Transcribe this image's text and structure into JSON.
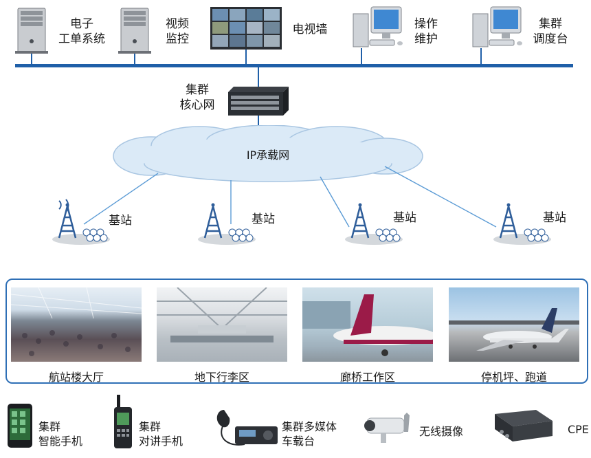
{
  "top_systems": [
    {
      "id": "ework",
      "label": "电子\n工单系统"
    },
    {
      "id": "video",
      "label": "视频\n监控"
    },
    {
      "id": "tvwall",
      "label": "电视墙"
    },
    {
      "id": "ops",
      "label": "操作\n维护"
    },
    {
      "id": "dispatch",
      "label": "集群\n调度台"
    }
  ],
  "core": {
    "label": "集群\n核心网"
  },
  "cloud": {
    "label": "IP承载网"
  },
  "base_stations": [
    {
      "label": "基站"
    },
    {
      "label": "基站"
    },
    {
      "label": "基站"
    },
    {
      "label": "基站"
    }
  ],
  "scenes": [
    {
      "label": "航站楼大厅"
    },
    {
      "label": "地下行李区"
    },
    {
      "label": "廊桥工作区"
    },
    {
      "label": "停机坪、跑道"
    }
  ],
  "terminals": [
    {
      "id": "phone",
      "label": "集群\n智能手机"
    },
    {
      "id": "walkie",
      "label": "集群\n对讲手机"
    },
    {
      "id": "vehicle",
      "label": "集群多媒体\n车载台"
    },
    {
      "id": "camera",
      "label": "无线摄像"
    },
    {
      "id": "cpe",
      "label": "CPE"
    }
  ],
  "colors": {
    "bus": "#1f5fa8",
    "panel_border": "#2e6fb6",
    "cloud_fill": "#dbeaf7"
  },
  "icons": {
    "top_systems": [
      "server-tower-icon",
      "server-tower-icon",
      "video-wall-icon",
      "workstation-icon",
      "workstation-icon"
    ],
    "core": "rack-server-icon",
    "base_station": "cell-tower-icon",
    "terminals": [
      "smartphone-icon",
      "walkie-talkie-icon",
      "vehicle-radio-icon",
      "wireless-camera-icon",
      "cpe-device-icon"
    ]
  }
}
